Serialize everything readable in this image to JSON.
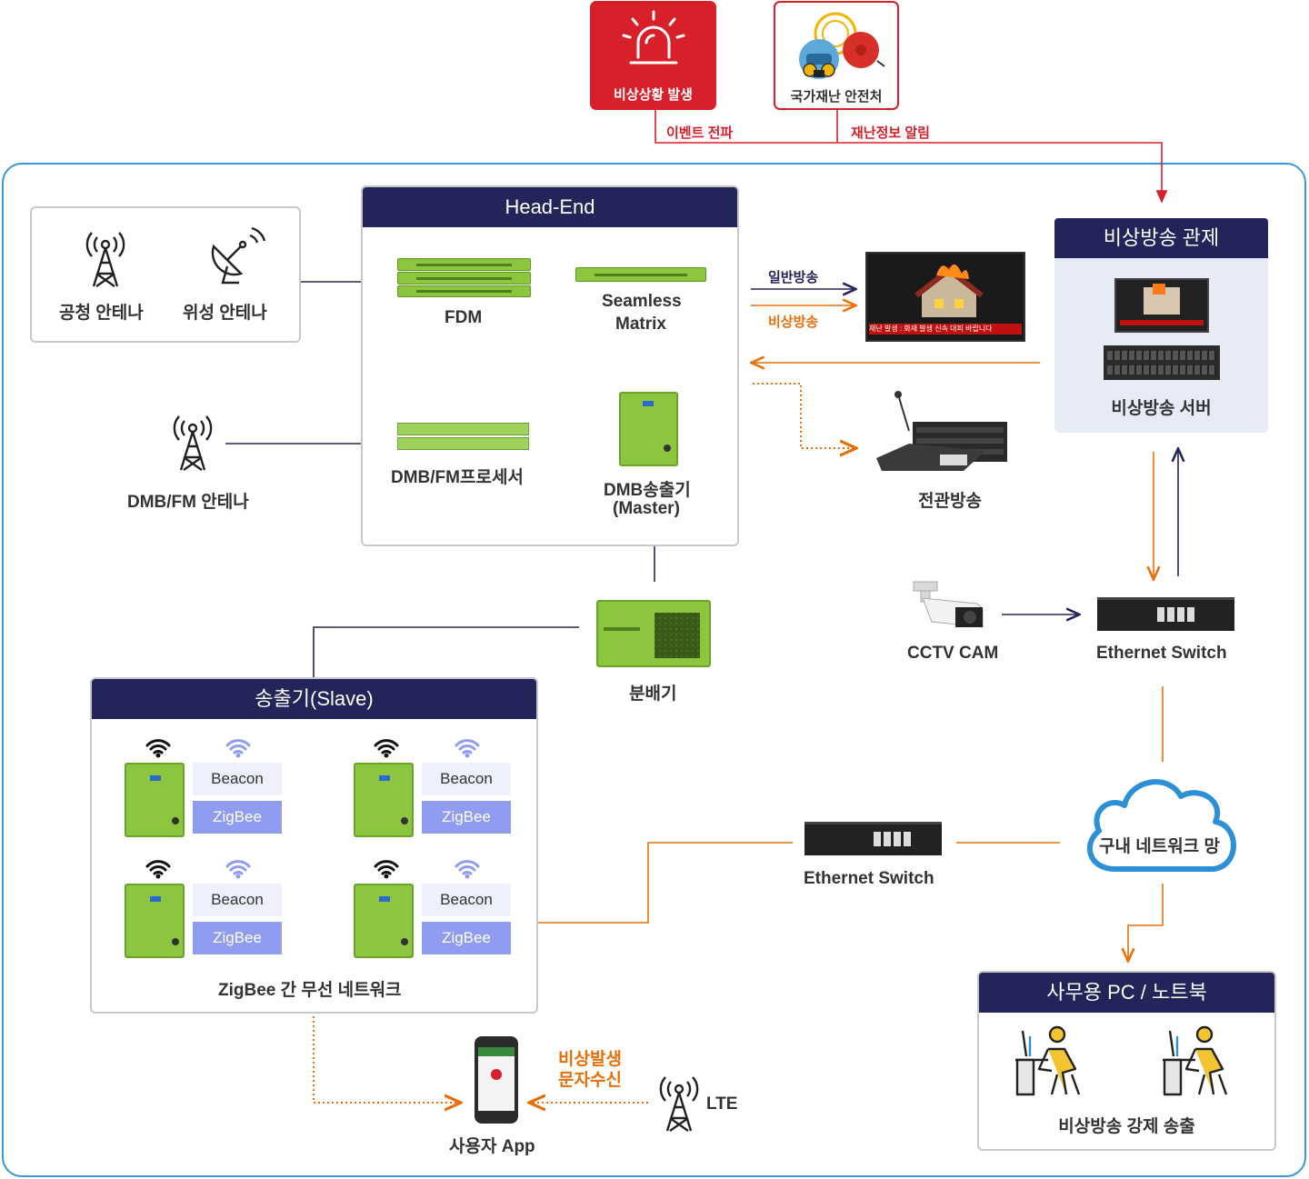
{
  "top": {
    "emergency_label": "비상상황 발생",
    "disaster_agency_label": "국가재난 안전처",
    "event_propagation_label": "이벤트 전파",
    "disaster_info_label": "재난정보 알림"
  },
  "antennas": {
    "public_antenna": "공청 안테나",
    "satellite_antenna": "위성 안테나",
    "dmb_fm_antenna": "DMB/FM 안테나"
  },
  "headend": {
    "title": "Head-End",
    "fdm": "FDM",
    "seamless_matrix_line1": "Seamless",
    "seamless_matrix_line2": "Matrix",
    "dmb_fm_processor": "DMB/FM프로세서",
    "dmb_tx_master_line1": "DMB송출기",
    "dmb_tx_master_line2": "(Master)"
  },
  "broadcast": {
    "general_broadcast": "일반방송",
    "emergency_broadcast": "비상방송",
    "all_hall_broadcast": "전관방송",
    "tv_ticker": "재난 발생 : 화재 발생    신속 대피 바랍니다"
  },
  "control": {
    "title": "비상방송 관제",
    "server_label": "비상방송 서버"
  },
  "splitter_label": "분배기",
  "slave": {
    "title": "송출기(Slave)",
    "beacon": "Beacon",
    "zigbee": "ZigBee",
    "network_label": "ZigBee 간 무선 네트워크"
  },
  "network": {
    "cctv_cam": "CCTV CAM",
    "ethernet_switch_right": "Ethernet Switch",
    "ethernet_switch_mid": "Ethernet Switch",
    "internal_network": "구내 네트워크 망"
  },
  "office": {
    "title": "사무용 PC / 노트북",
    "forced_broadcast": "비상방송 강제 송출"
  },
  "mobile": {
    "user_app": "사용자 App",
    "sms_line1": "비상발생",
    "sms_line2": "문자수신",
    "lte": "LTE"
  },
  "colors": {
    "navy": "#23255a",
    "orange": "#e8700a",
    "red": "#d7202a",
    "green": "#8cc63f",
    "blue_border": "#2d8fd5"
  }
}
